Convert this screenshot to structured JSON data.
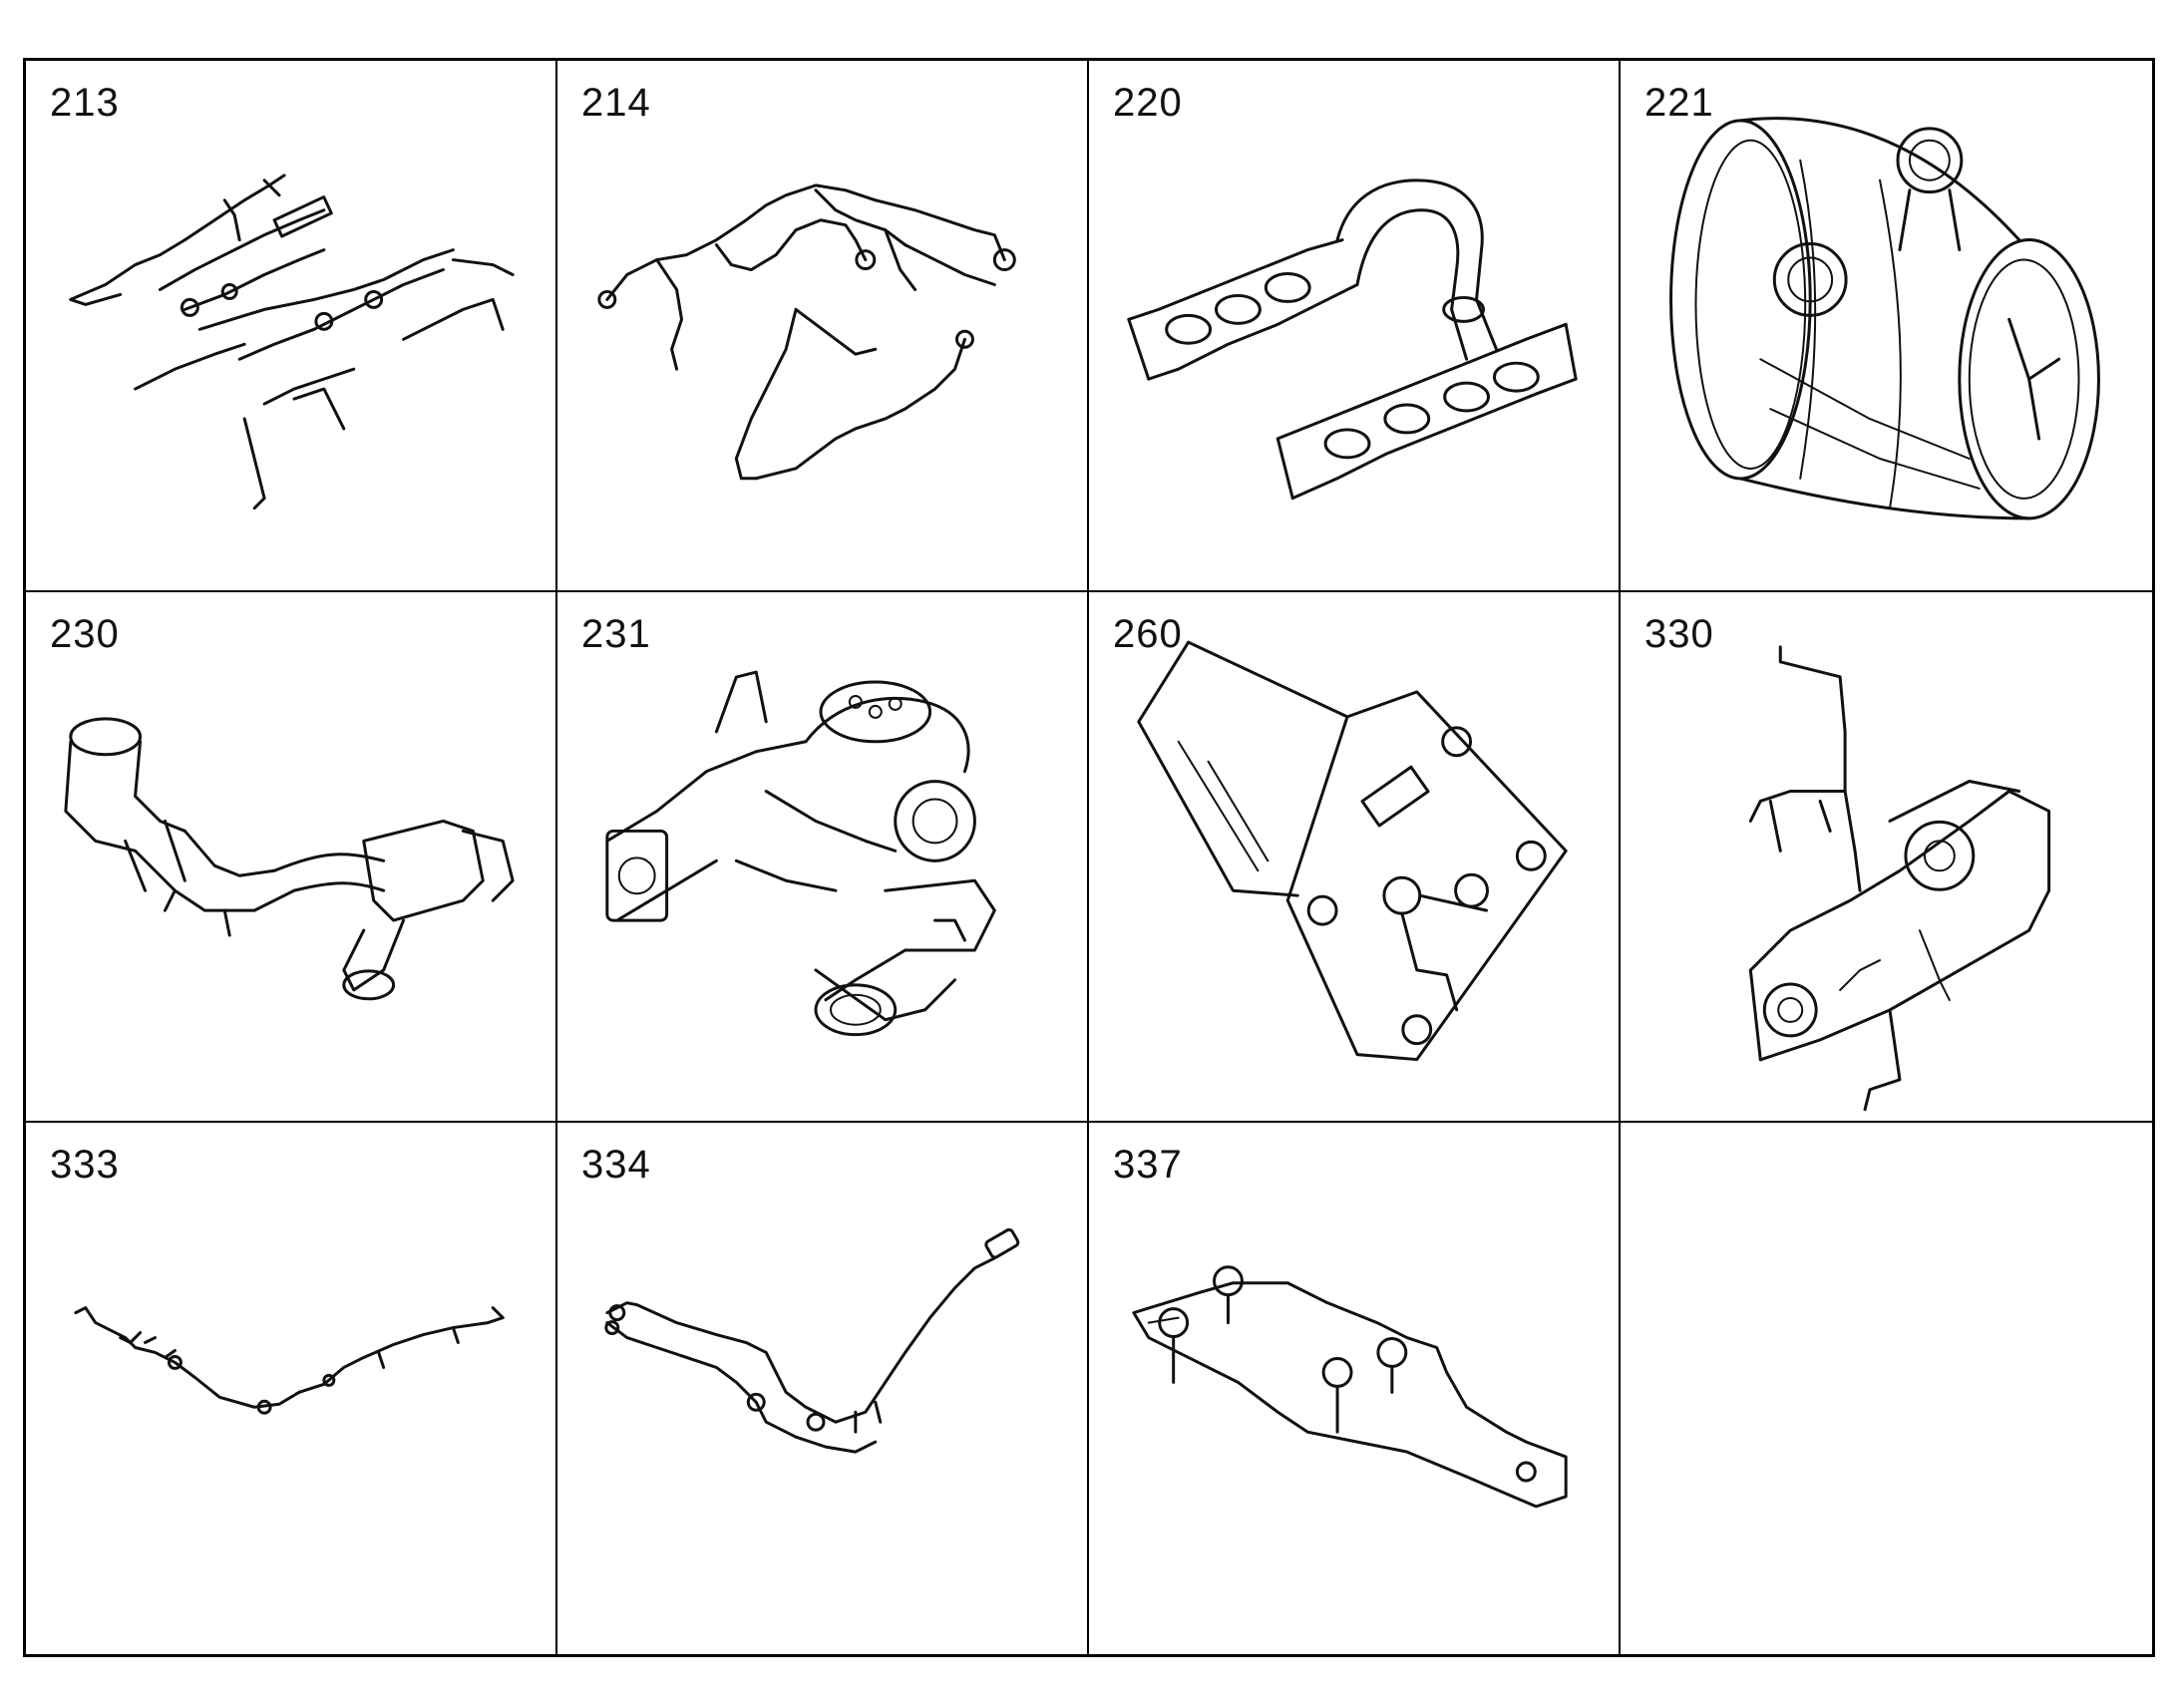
{
  "cells": [
    {
      "code": "213",
      "icon": "fuel-injector-harness-icon"
    },
    {
      "code": "214",
      "icon": "fuel-line-harness-icon"
    },
    {
      "code": "220",
      "icon": "intake-manifold-icon"
    },
    {
      "code": "221",
      "icon": "turbocharger-housing-icon"
    },
    {
      "code": "230",
      "icon": "exhaust-pipe-catalytic-icon"
    },
    {
      "code": "231",
      "icon": "exhaust-manifold-icon"
    },
    {
      "code": "260",
      "icon": "mounting-plate-bracket-icon"
    },
    {
      "code": "330",
      "icon": "transfer-case-assembly-icon"
    },
    {
      "code": "333",
      "icon": "tube-line-icon"
    },
    {
      "code": "334",
      "icon": "hose-line-assembly-icon"
    },
    {
      "code": "337",
      "icon": "bolt-bracket-icon"
    },
    {
      "code": "",
      "icon": ""
    }
  ]
}
